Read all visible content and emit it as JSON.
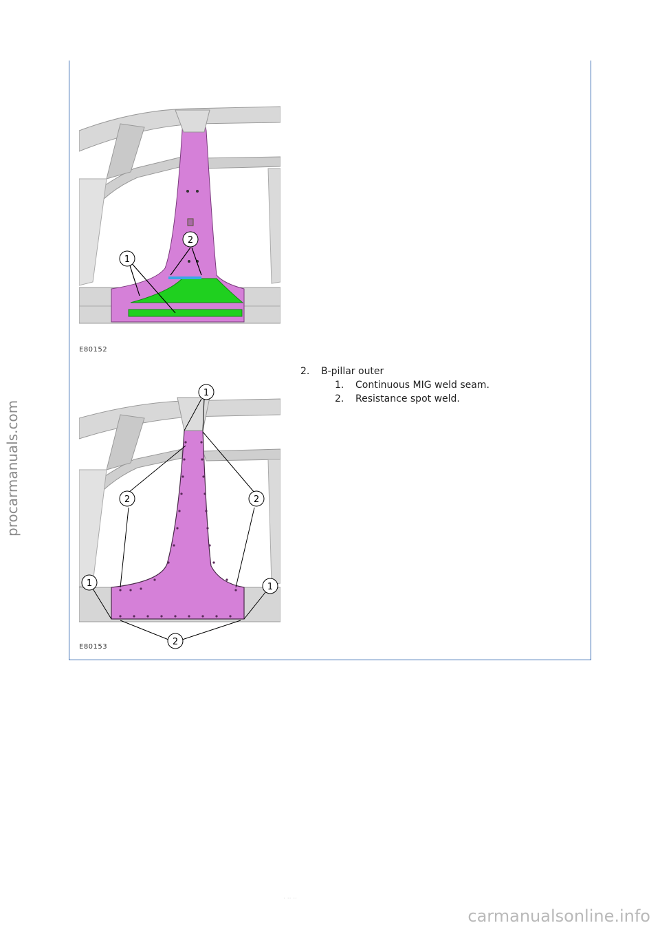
{
  "figures": [
    {
      "code": "E80152",
      "callouts": [
        "1",
        "2"
      ]
    },
    {
      "code": "E80153",
      "callouts": [
        "1",
        "2",
        "2",
        "1",
        "1",
        "2"
      ]
    }
  ],
  "step": {
    "number": "2.",
    "title": "B-pillar outer",
    "items": [
      {
        "number": "1.",
        "text": "Continuous MIG weld seam."
      },
      {
        "number": "2.",
        "text": "Resistance spot weld."
      }
    ]
  },
  "page_marker": "· ·· ··",
  "watermarks": {
    "left": "procarmanuals.com",
    "bottom": "carmanualsonline.info"
  },
  "colors": {
    "panel_border": "#3b6db3",
    "part_highlight": "#d580d8",
    "mig_weld": "#1fd01f",
    "spot_weld_line": "#3aa6e8"
  }
}
